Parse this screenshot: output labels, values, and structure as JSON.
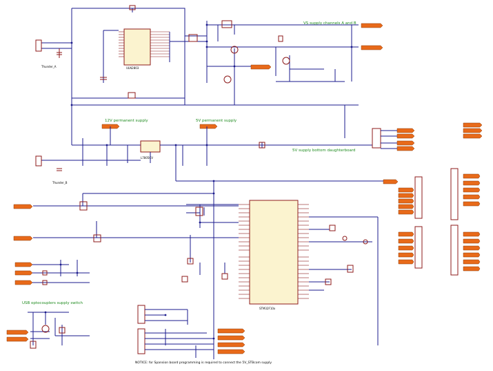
{
  "notes": {
    "vs_supply": "VS supply channels A and B",
    "v12_permanent": "12V permanent supply",
    "v5_permanent": "5V permanent supply",
    "v5_daughterboard": "5V supply bottom daughterboard",
    "usb_opto": "USB optocouplers supply switch",
    "footer": "NOTICE: for Spansion board programming is required to connect the 5V_STBcom supply"
  },
  "labels": {
    "mcu": "STM32F10x",
    "uln": "ULN2803",
    "thunder_a": "Thunder_A",
    "thunder_b": "Thunder_B",
    "l7805": "L7805CV"
  },
  "colors": {
    "wire": "#1a1a8c",
    "component": "#8c1a1a",
    "port": "#e86a1a",
    "note": "#1f8b1f",
    "chip_fill": "#fbf3cf"
  }
}
